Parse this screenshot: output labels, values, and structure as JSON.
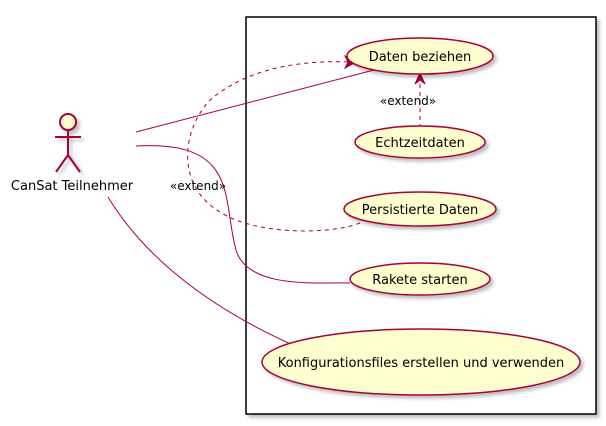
{
  "diagram": {
    "actor": {
      "name": "CanSat Teilnehmer"
    },
    "use_cases": [
      {
        "id": "uc-daten-beziehen",
        "label": "Daten beziehen"
      },
      {
        "id": "uc-echtzeitdaten",
        "label": "Echtzeitdaten"
      },
      {
        "id": "uc-persistierte-daten",
        "label": "Persistierte Daten"
      },
      {
        "id": "uc-rakete-starten",
        "label": "Rakete starten"
      },
      {
        "id": "uc-konfig",
        "label": "Konfigurationsfiles erstellen und verwenden"
      }
    ],
    "relations": [
      {
        "from": "actor",
        "to": "uc-daten-beziehen",
        "kind": "association"
      },
      {
        "from": "actor",
        "to": "uc-rakete-starten",
        "kind": "association"
      },
      {
        "from": "actor",
        "to": "uc-konfig",
        "kind": "association"
      },
      {
        "from": "uc-echtzeitdaten",
        "to": "uc-daten-beziehen",
        "kind": "extend",
        "label": "«extend»"
      },
      {
        "from": "uc-persistierte-daten",
        "to": "uc-daten-beziehen",
        "kind": "extend",
        "label": "«extend»"
      }
    ]
  },
  "colors": {
    "usecase_fill": "#FEFECE",
    "line": "#A80036",
    "boundary_stroke": "#000000",
    "shadow": "#C8C8C8"
  }
}
